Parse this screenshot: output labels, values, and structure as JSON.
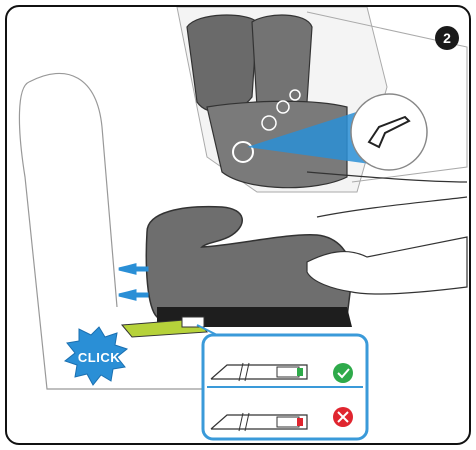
{
  "step": {
    "number": "2"
  },
  "click_burst": {
    "label": "CLICK",
    "color": "#2a8fd6"
  },
  "status_rows": [
    {
      "state": "correct",
      "icon": "check-icon",
      "color": "#2eaa4a"
    },
    {
      "state": "incorrect",
      "icon": "cross-icon",
      "color": "#e0252f"
    }
  ],
  "colors": {
    "accent_blue": "#2a8fd6",
    "detail_border": "#3a9ad9",
    "seat_gray": "#6e6e6e",
    "latch_green": "#b6d23a"
  }
}
